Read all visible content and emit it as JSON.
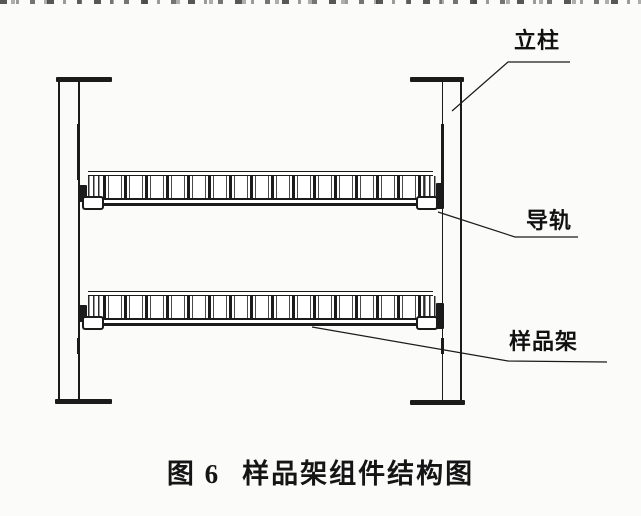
{
  "labels": {
    "column": "立柱",
    "guide_rail": "导轨",
    "sample_rack": "样品架"
  },
  "caption": {
    "figure_number": "图 6",
    "title": "样品架组件结构图"
  },
  "colors": {
    "line": "#1b1b1b",
    "background": "#fbfbfa"
  }
}
